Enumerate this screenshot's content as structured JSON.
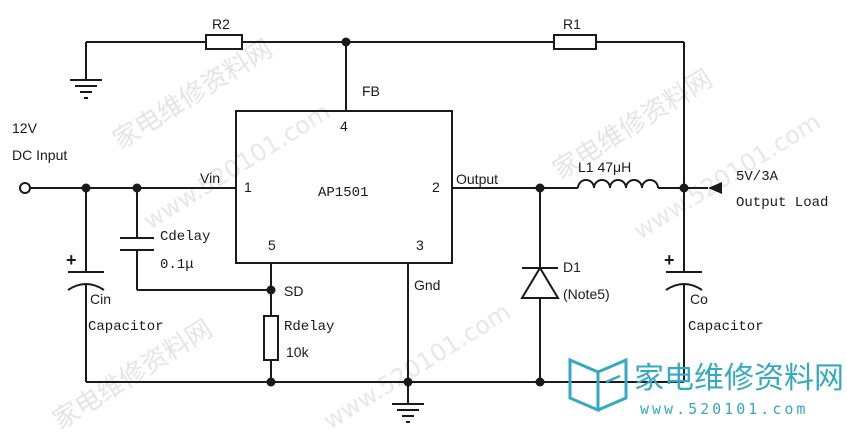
{
  "labels": {
    "r2": "R2",
    "r1": "R1",
    "fb": "FB",
    "input_voltage": "12V",
    "input_label": "DC Input",
    "vin": "Vin",
    "ic_name": "AP1501",
    "output_pin": "Output",
    "inductor": "L1  47μH",
    "output_voltage": "5V/3A",
    "output_load": "Output Load",
    "cdelay": "Cdelay",
    "cdelay_value": "0.1μ",
    "cin": "Cin",
    "cin_capacitor": "Capacitor",
    "sd": "SD",
    "rdelay": "Rdelay",
    "rdelay_value": "10k",
    "gnd": "Gnd",
    "d1": "D1",
    "d1_note": "(Note5)",
    "co": "Co",
    "co_capacitor": "Capacitor",
    "pin1": "1",
    "pin2": "2",
    "pin3": "3",
    "pin4": "4",
    "pin5": "5",
    "cin_plus": "+",
    "co_plus": "+"
  },
  "logo": {
    "text": "家电维修资料网",
    "url": "www.520101.com",
    "color": "#35a9c4"
  },
  "watermarks": [
    "家电维修资料网",
    "www.520101.com"
  ]
}
